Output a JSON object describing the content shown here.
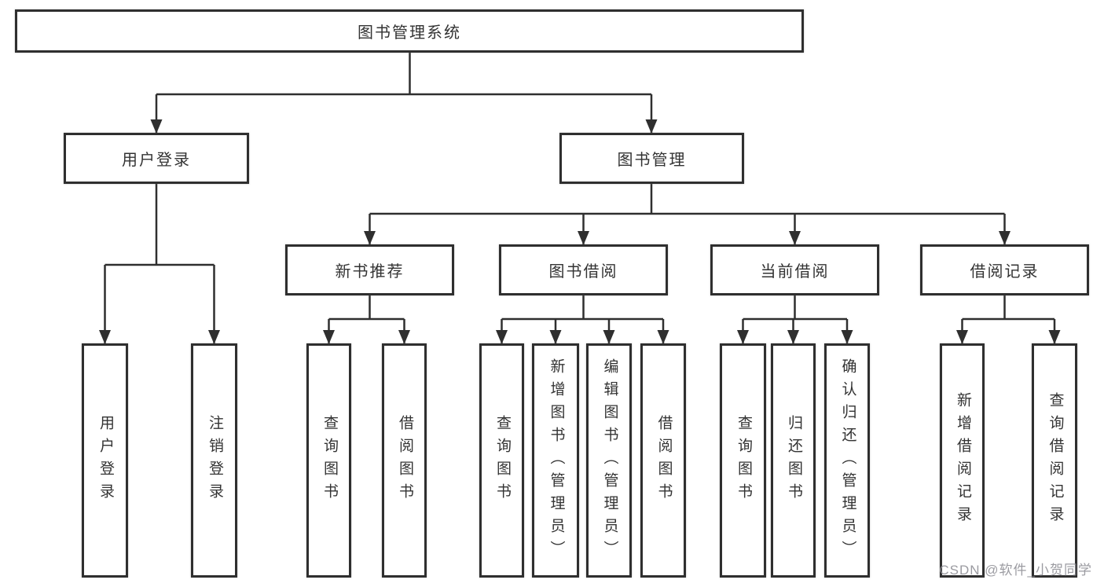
{
  "tree": {
    "root": {
      "label": "图书管理系统"
    },
    "children": [
      {
        "label": "用户登录",
        "children": [
          {
            "label": "用户登录"
          },
          {
            "label": "注销登录"
          }
        ]
      },
      {
        "label": "图书管理",
        "children": [
          {
            "label": "新书推荐",
            "children": [
              {
                "label": "查询图书"
              },
              {
                "label": "借阅图书"
              }
            ]
          },
          {
            "label": "图书借阅",
            "children": [
              {
                "label": "查询图书"
              },
              {
                "label": "新增图书（管理员）"
              },
              {
                "label": "编辑图书（管理员）"
              },
              {
                "label": "借阅图书"
              }
            ]
          },
          {
            "label": "当前借阅",
            "children": [
              {
                "label": "查询图书"
              },
              {
                "label": "归还图书"
              },
              {
                "label": "确认归还（管理员）"
              }
            ]
          },
          {
            "label": "借阅记录",
            "children": [
              {
                "label": "新增借阅记录"
              },
              {
                "label": "查询借阅记录"
              }
            ]
          }
        ]
      }
    ]
  },
  "watermark": {
    "text": "CSDN @软件_小贺同学"
  },
  "colors": {
    "line": "#2f2f2f",
    "text": "#333333",
    "background": "#ffffff",
    "watermark": "#8a8a90"
  }
}
